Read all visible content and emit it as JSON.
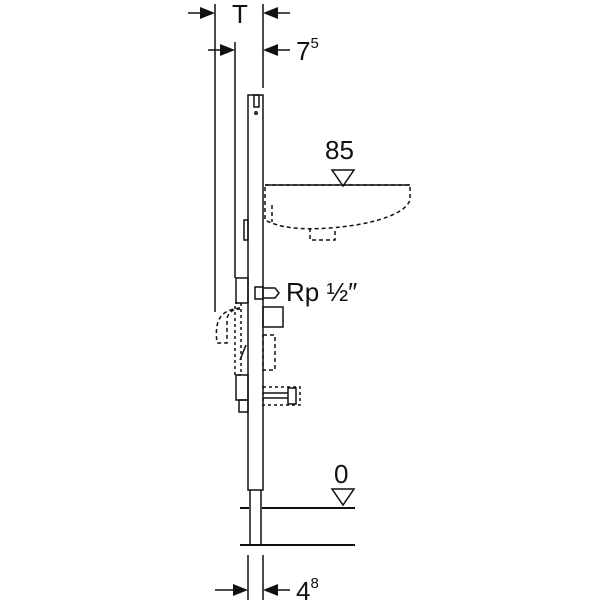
{
  "dimensions": {
    "depth_label": "T",
    "offset_main": "7",
    "offset_sup": "5",
    "foot_main": "4",
    "foot_sup": "8"
  },
  "levels": {
    "basin_height": "85",
    "floor_level": "0"
  },
  "connection": {
    "thread_label": "Rp ½″"
  }
}
